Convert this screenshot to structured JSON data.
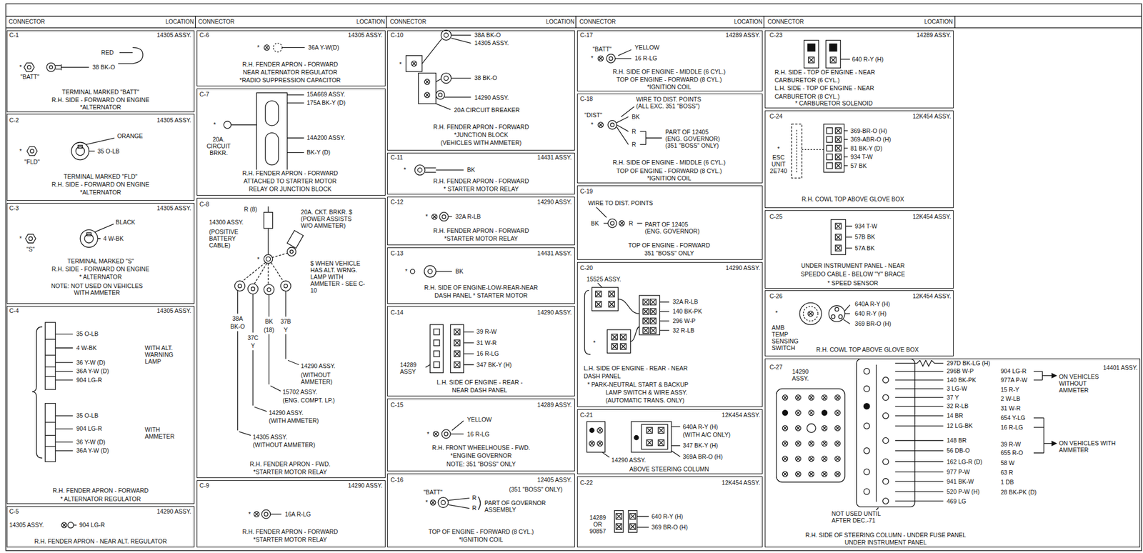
{
  "diagram": {
    "nodes": [
      {
        "text": [
          "C-1",
          "14305 ASSY.",
          "RED",
          "*",
          "\"BATT\"",
          "38 BK-O",
          "TERMINAL MARKED \"BATT\"",
          "R.H. SIDE - FORWARD ON ENGINE",
          "*ALTERNATOR"
        ]
      },
      {
        "text": [
          "C-2",
          "14305 ASSY.",
          "ORANGE",
          "*",
          "\"FLD\"",
          "35 O-LB",
          "TERMINAL MARKED \"FLD\"",
          "R.H. SIDE - FORWARD ON ENGINE",
          "*ALTERNATOR"
        ]
      },
      {
        "text": [
          "C-3",
          "14305 ASSY.",
          "BLACK",
          "*",
          "\"S\"",
          "4 W-BK",
          "TERMINAL MARKED \"S\"",
          "R.H. SIDE - FORWARD ON ENGINE",
          "* ALTERNATOR",
          "NOTE: NOT USED ON VEHICLES WITH AMMETER"
        ]
      },
      {
        "text": [
          "C-4",
          "14305 ASSY.",
          "35 O-LB",
          "4 W-BK",
          "36 Y-W (D)",
          "36A Y-W (D)",
          "904 LG-R",
          "WITH ALT. WARNING LAMP",
          "35 O-LB",
          "904 LG-R",
          "36 Y-W (D)",
          "36A Y-W (D)",
          "WITH AMMETER",
          "R.H. FENDER APRON - FORWARD",
          "* ALTERNATOR REGULATOR"
        ]
      },
      {
        "text": [
          "C-5",
          "14290 ASSY.",
          "14305 ASSY.",
          "904 LG-R",
          "R.H. FENDER APRON - NEAR ALT. REGULATOR"
        ]
      },
      {
        "text": [
          "C-6",
          "14305 ASSY.",
          "*",
          "36A Y-W(D)",
          "R.H. FENDER APRON - FORWARD",
          "NEAR ALTERNATOR REGULATOR",
          "*RADIO SUPPRESSION CAPACITOR"
        ]
      },
      {
        "text": [
          "C-7",
          "15A669 ASSY.",
          "175A BK-Y (D)",
          "*",
          "20A. CIRCUIT BRKR.",
          "14A200 ASSY.",
          "BK-Y (D)",
          "R.H. FENDER APRON - FORWARD",
          "ATTACHED TO STARTER MOTOR",
          "RELAY OR JUNCTION BLOCK"
        ]
      },
      {
        "text": [
          "C-8",
          "R (8)",
          "14300 ASSY.",
          "(POSITIVE BATTERY CABLE)",
          "20A. CKT. BRKR. $ (POWER ASSISTS W/O AMMETER)",
          "*",
          "$ WHEN VEHICLE HAS ALT. WRNG. LAMP WITH AMMETER - SEE C-10",
          "38A",
          "BK-O",
          "37C",
          "Y",
          "BK",
          "(18)",
          "37B",
          "Y",
          "14290 ASSY.",
          "(WITHOUT AMMETER)",
          "15702 ASSY.",
          "(ENG. COMPT. LP.)",
          "14290 ASSY.",
          "(WITH AMMETER)",
          "14305 ASSY.",
          "(WITHOUT AMMETER)",
          "R.H. FENDER APRON - FWD.",
          "*STARTER MOTOR RELAY"
        ]
      },
      {
        "text": [
          "C-9",
          "14290 ASSY.",
          "*",
          "16A R-LG",
          "R.H. FENDER APRON - FORWARD",
          "*STARTER MOTOR RELAY"
        ]
      },
      {
        "text": [
          "C-10",
          "38A BK-O",
          "14305 ASSY.",
          "*",
          "38 BK-O",
          "14290 ASSY.",
          "20A CIRCUIT BREAKER",
          "R.H. FENDER APRON - FORWARD",
          "*JUNCTION BLOCK",
          "(VEHICLES WITH AMMETER)"
        ]
      },
      {
        "text": [
          "C-11",
          "14431 ASSY.",
          "*",
          "BK",
          "R.H. FENDER APRON - FORWARD",
          "* STARTER MOTOR RELAY"
        ]
      },
      {
        "text": [
          "C-12",
          "14290 ASSY.",
          "*",
          "32A R-LB",
          "R.H. FENDER APRON - FORWARD",
          "*STARTER MOTOR RELAY"
        ]
      },
      {
        "text": [
          "C-13",
          "14431 ASSY.",
          "*",
          "BK",
          "R.H. SIDE OF ENGINE-LOW-REAR-NEAR",
          "DASH PANEL * STARTER MOTOR"
        ]
      },
      {
        "text": [
          "C-14",
          "14290 ASSY.",
          "39 R-W",
          "31 W-R",
          "16 R-LG",
          "347 BK-Y (H)",
          "14289 ASSY",
          "L.H. SIDE OF ENGINE - REAR -",
          "NEAR DASH PANEL"
        ]
      },
      {
        "text": [
          "C-15",
          "14289 ASSY.",
          "YELLOW",
          "*",
          "16 R-LG",
          "R.H. FRONT WHEELHOUSE - FWD.",
          "*ENGINE GOVERNOR",
          "NOTE: 351 \"BOSS\" ONLY"
        ]
      },
      {
        "text": [
          "C-16",
          "12405 ASSY.",
          "\"BATT\"",
          "(351 \"BOSS\" ONLY)",
          "*",
          "R",
          "R",
          "PART OF GOVERNOR ASSEMBLY",
          "TOP OF ENGINE - FORWARD (8 CYL.)",
          "*IGNITION COIL"
        ]
      },
      {
        "text": [
          "C-17",
          "14289 ASSY.",
          "\"BATT\"",
          "YELLOW",
          "*",
          "16 R-LG",
          "R.H. SIDE OF ENGINE - MIDDLE (6 CYL.)",
          "TOP OF ENGINE - FORWARD (8 CYL.)",
          "*IGNITION COIL"
        ]
      },
      {
        "text": [
          "C-18",
          "WIRE TO DIST. POINTS (ALL EXC. 351 \"BOSS\")",
          "\"DIST\"",
          "BK",
          "*",
          "R",
          "R",
          "PART OF 12405 (ENG. GOVERNOR) (351 \"BOSS\" ONLY)",
          "R.H. SIDE OF ENGINE - MIDDLE (6 CYL.)",
          "TOP OF ENGINE - FORWARD (8 CYL.)",
          "*IGNITION COIL"
        ]
      },
      {
        "text": [
          "C-19",
          "WIRE TO DIST. POINTS",
          "BK",
          "R",
          "PART OF 12405 (ENG. GOVERNOR)",
          "TOP OF ENGINE - FORWARD",
          "351 \"BOSS\" ONLY"
        ]
      },
      {
        "text": [
          "C-20",
          "14290 ASSY.",
          "15525 ASSY.",
          "32A R-LB",
          "140 BK-PK",
          "296 W-P",
          "32 R-LB",
          "*",
          "L.H. SIDE OF ENGINE - REAR - NEAR",
          "DASH PANEL",
          "* PARK-NEUTRAL START & BACKUP",
          "LAMP SWITCH & WIRE ASSY.",
          "(AUTOMATIC TRANS. ONLY)"
        ]
      },
      {
        "text": [
          "C-21",
          "12K454 ASSY.",
          "640A R-Y (H)",
          "(WITH A/C ONLY)",
          "347 BK-Y (H)",
          "369A BR-O (H)",
          "14290 ASSY.",
          "ABOVE STEERING COLUMN"
        ]
      },
      {
        "text": [
          "C-22",
          "12K454 ASSY.",
          "14289 OR 90857",
          "640 R-Y (H)",
          "369 BR-O (H)"
        ]
      },
      {
        "text": [
          "C-23",
          "14289 ASSY.",
          "640 R-Y (H)",
          "R.H. SIDE - TOP OF ENGINE - NEAR",
          "CARBURETOR (6 CYL.)",
          "L.H. SIDE - TOP OF ENGINE - NEAR",
          "CARBURETOR (8 CYL.)",
          "* CARBURETOR SOLENOID"
        ]
      },
      {
        "text": [
          "C-24",
          "12K454 ASSY.",
          "369-BR-O (H)",
          "369-ABR-O (H)",
          "81 BK-Y (D)",
          "934 T-W",
          "57 BK",
          "*",
          "ESC UNIT 2E740",
          "R.H. COWL TOP ABOVE GLOVE BOX"
        ]
      },
      {
        "text": [
          "C-25",
          "12K454 ASSY.",
          "934 T-W",
          "57B BK",
          "57A BK",
          "UNDER INSTRUMENT PANEL - NEAR",
          "SPEEDO CABLE - BELOW \"Y\" BRACE",
          "* SPEED SENSOR"
        ]
      },
      {
        "text": [
          "C-26",
          "12K454 ASSY.",
          "640A R-Y (H)",
          "640 R-Y (H)",
          "369 BR-O (H)",
          "*",
          "AMB TEMP SENSING SWITCH",
          "R.H. COWL TOP ABOVE GLOVE BOX"
        ]
      },
      {
        "text": [
          "C-27",
          "14290 ASSY.",
          "14401 ASSY.",
          "297D BK-LG (H)",
          "296B W-P",
          "904 LG-R",
          "140 BK-PK",
          "977A P-W",
          "3 LG-W",
          "15 R-Y",
          "37 Y",
          "2 W-LB",
          "32 R-LB",
          "31 W-R",
          "14 BR",
          "654 Y-LG",
          "12 LG-BK",
          "16 R-LG",
          "148 BR",
          "39 R-W",
          "56 DB-O",
          "655 R-O",
          "162 LG-R (D)",
          "58 W",
          "977 P-W",
          "63 R",
          "941 BK-W",
          "1 DB",
          "520 P-W (H)",
          "28 BK-PK (D)",
          "469 LG",
          "ON VEHICLES WITHOUT AMMETER",
          "ON VEHICLES WITH AMMETER",
          "NOT USED UNTIL AFTER DEC.-71",
          "R.H. SIDE OF STEERING COLUMN - UNDER FUSE PANEL",
          "UNDER INSTRUMENT PANEL"
        ]
      }
    ],
    "labels": [
      "CONNECTOR",
      "LOCATION",
      "CONNECTOR",
      "LOCATION",
      "CONNECTOR",
      "LOCATION",
      "CONNECTOR",
      "LOCATION",
      "CONNECTOR",
      "LOCATION"
    ]
  }
}
